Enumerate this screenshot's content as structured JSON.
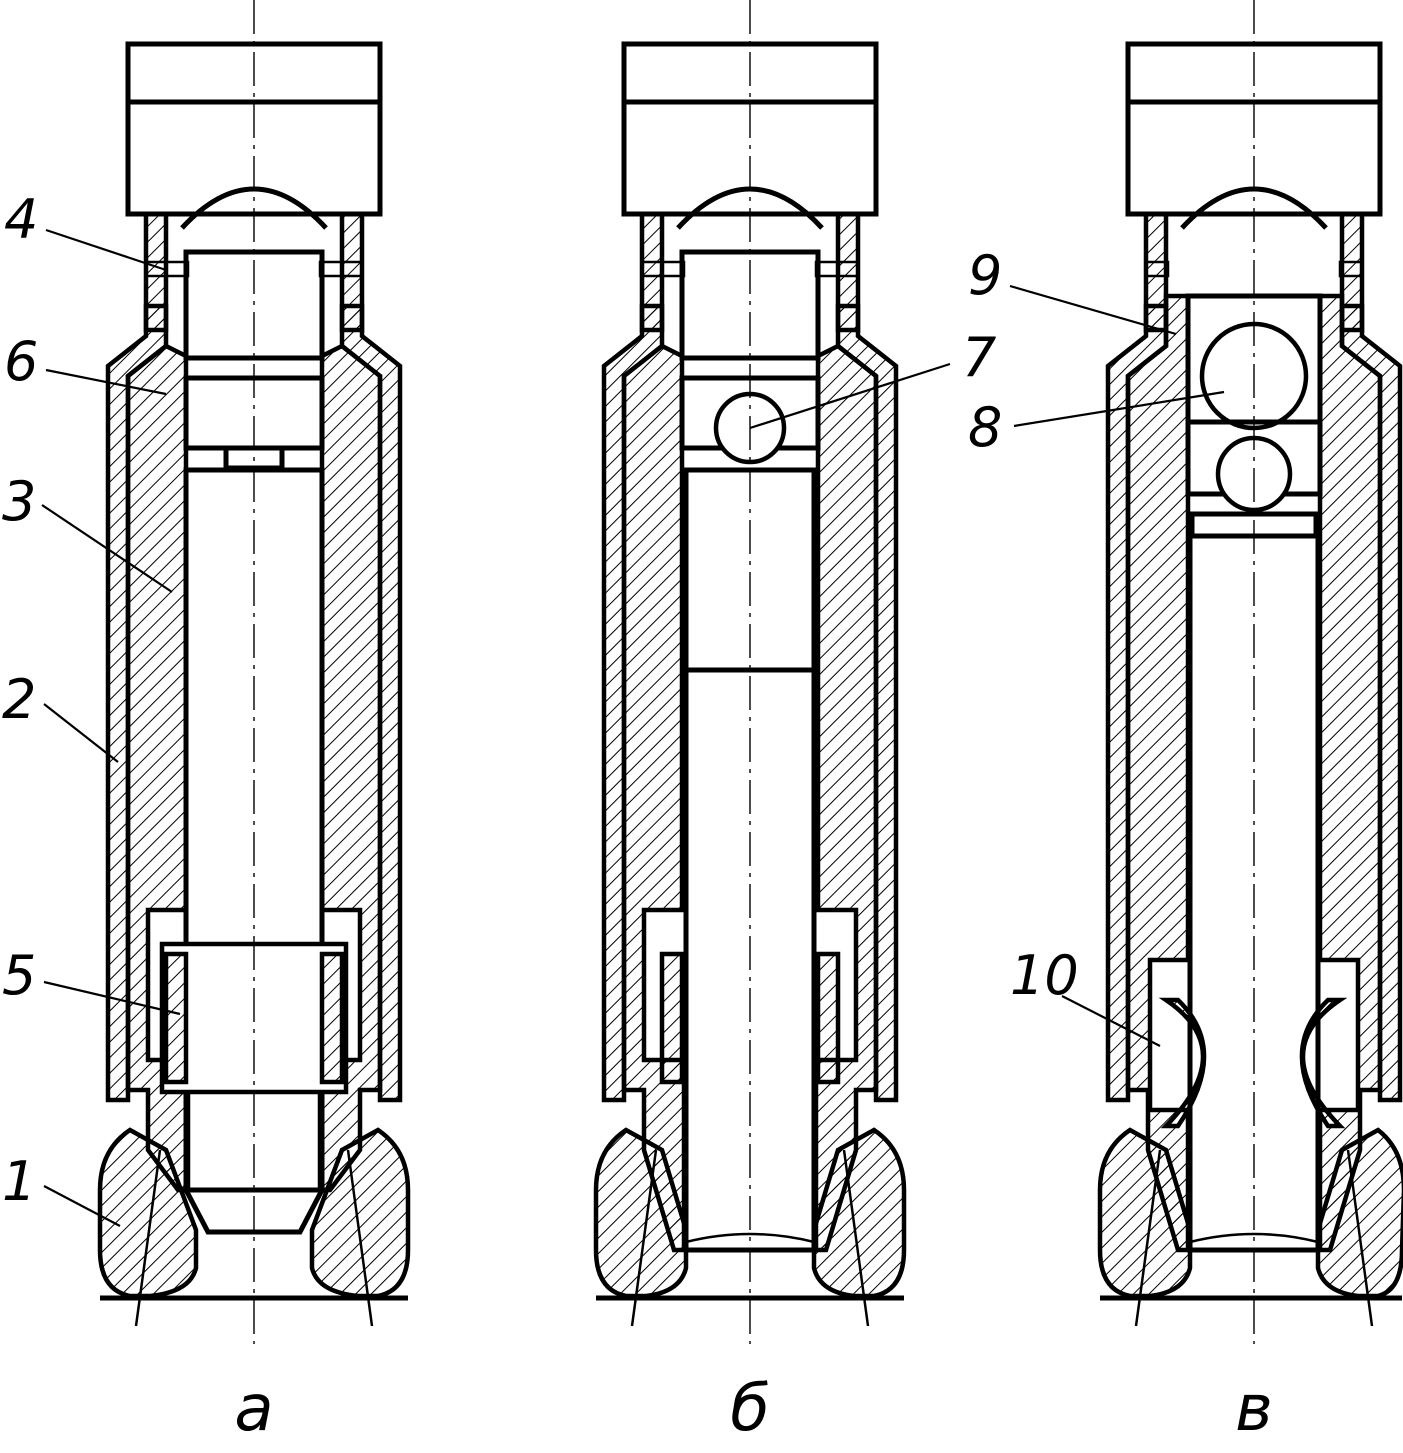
{
  "callouts": [
    "1",
    "2",
    "3",
    "4",
    "5",
    "6",
    "7",
    "8",
    "9",
    "10"
  ],
  "views": [
    "а",
    "б",
    "в"
  ],
  "colors": {
    "ink": "#000000",
    "paper": "#ffffff"
  }
}
